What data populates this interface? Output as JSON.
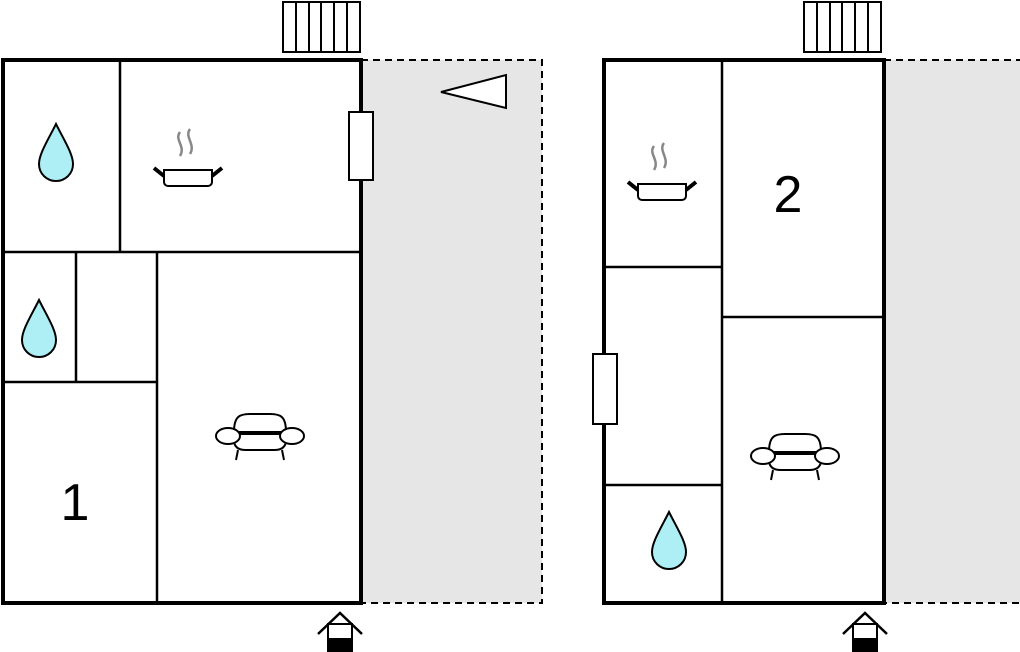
{
  "plans": [
    {
      "name": "floor-plan-1",
      "label": "1"
    },
    {
      "name": "floor-plan-2",
      "label": "2"
    }
  ],
  "colors": {
    "terrace": "#e6e6e6",
    "water": "#aeeef5",
    "wall": "#000000"
  },
  "icons": [
    "water-drop-icon",
    "cooking-pot-icon",
    "sofa-icon",
    "entrance-icon",
    "stairs-icon",
    "window-icon",
    "direction-triangle-icon"
  ]
}
